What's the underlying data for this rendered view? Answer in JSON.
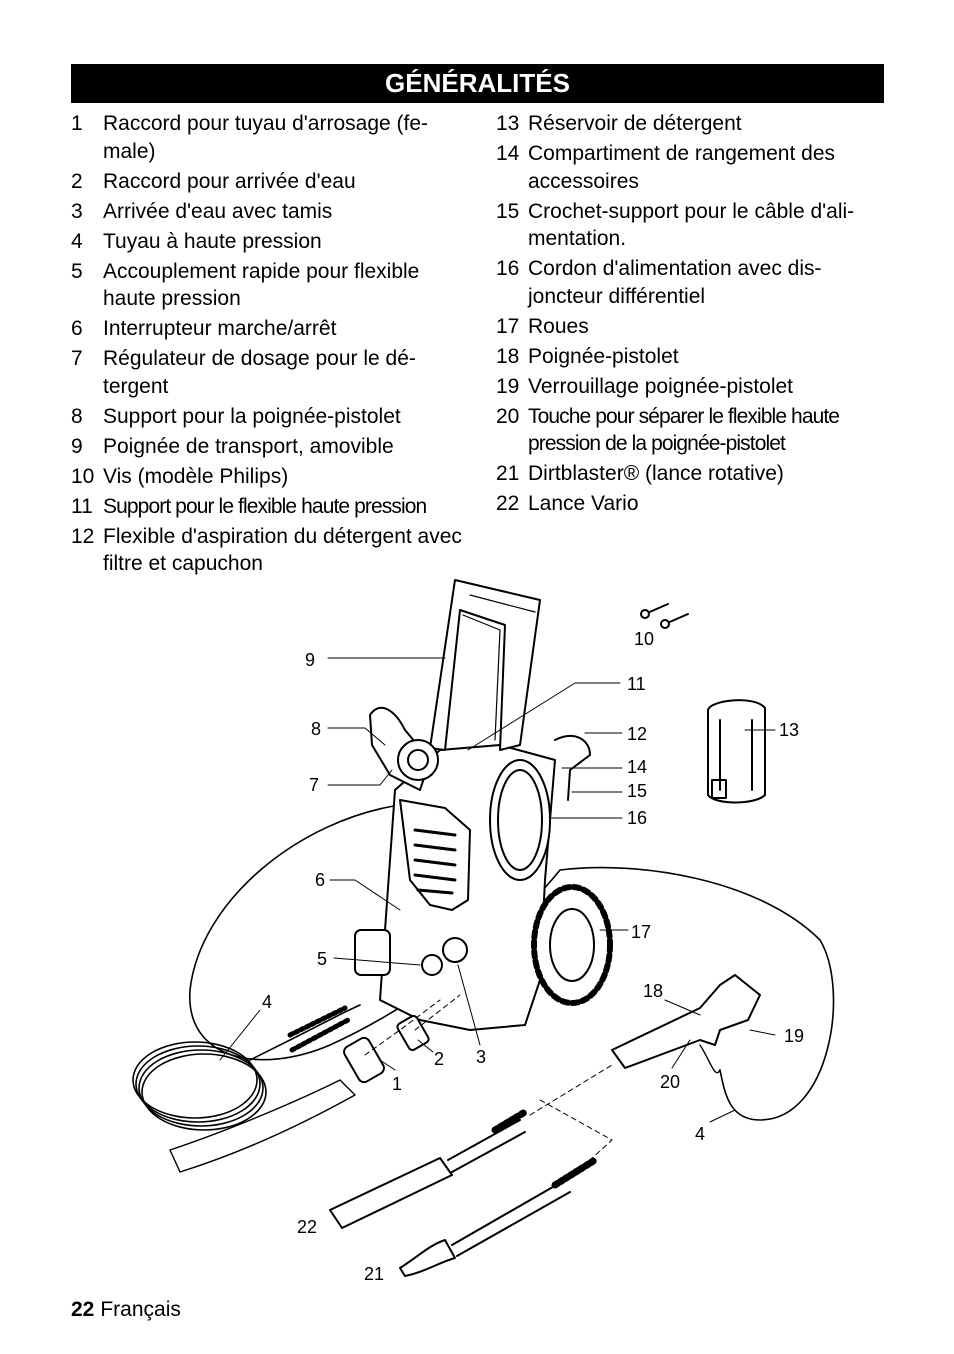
{
  "header": {
    "title": "GÉNÉRALITÉS"
  },
  "legend_left": [
    {
      "n": "1",
      "text": "Raccord pour tuyau d'arrosage (fe-male)"
    },
    {
      "n": "2",
      "text": "Raccord pour arrivée d'eau"
    },
    {
      "n": "3",
      "text": "Arrivée d'eau avec tamis"
    },
    {
      "n": "4",
      "text": "Tuyau à haute pression"
    },
    {
      "n": "5",
      "text": "Accouplement rapide pour flexible haute pression"
    },
    {
      "n": "6",
      "text": "Interrupteur marche/arrêt"
    },
    {
      "n": "7",
      "text": "Régulateur de dosage pour le dé-tergent"
    },
    {
      "n": "8",
      "text": "Support pour la poignée-pistolet"
    },
    {
      "n": "9",
      "text": "Poignée de transport, amovible"
    },
    {
      "n": "10",
      "text": "Vis (modèle Philips)"
    },
    {
      "n": "11",
      "text": "Support pour le flexible haute pression"
    },
    {
      "n": "12",
      "text": "Flexible d'aspiration du détergent avec filtre et capuchon"
    }
  ],
  "legend_right": [
    {
      "n": "13",
      "text": "Réservoir de détergent"
    },
    {
      "n": "14",
      "text": "Compartiment de rangement des accessoires"
    },
    {
      "n": "15",
      "text": "Crochet-support pour le câble d'ali-mentation."
    },
    {
      "n": "16",
      "text": "Cordon d'alimentation avec dis-joncteur différentiel"
    },
    {
      "n": "17",
      "text": "Roues"
    },
    {
      "n": "18",
      "text": "Poignée-pistolet"
    },
    {
      "n": "19",
      "text": "Verrouillage poignée-pistolet"
    },
    {
      "n": "20",
      "text": "Touche pour séparer le flexible haute pression de la poignée-pistolet"
    },
    {
      "n": "21",
      "text": "Dirtblaster® (lance rotative)"
    },
    {
      "n": "22",
      "text": "Lance Vario"
    }
  ],
  "diagram": {
    "callouts": [
      "1",
      "2",
      "3",
      "4",
      "5",
      "6",
      "7",
      "8",
      "9",
      "10",
      "11",
      "12",
      "13",
      "14",
      "15",
      "16",
      "17",
      "18",
      "19",
      "20",
      "4",
      "21",
      "22"
    ]
  },
  "footer": {
    "page": "22",
    "language": "Français"
  }
}
